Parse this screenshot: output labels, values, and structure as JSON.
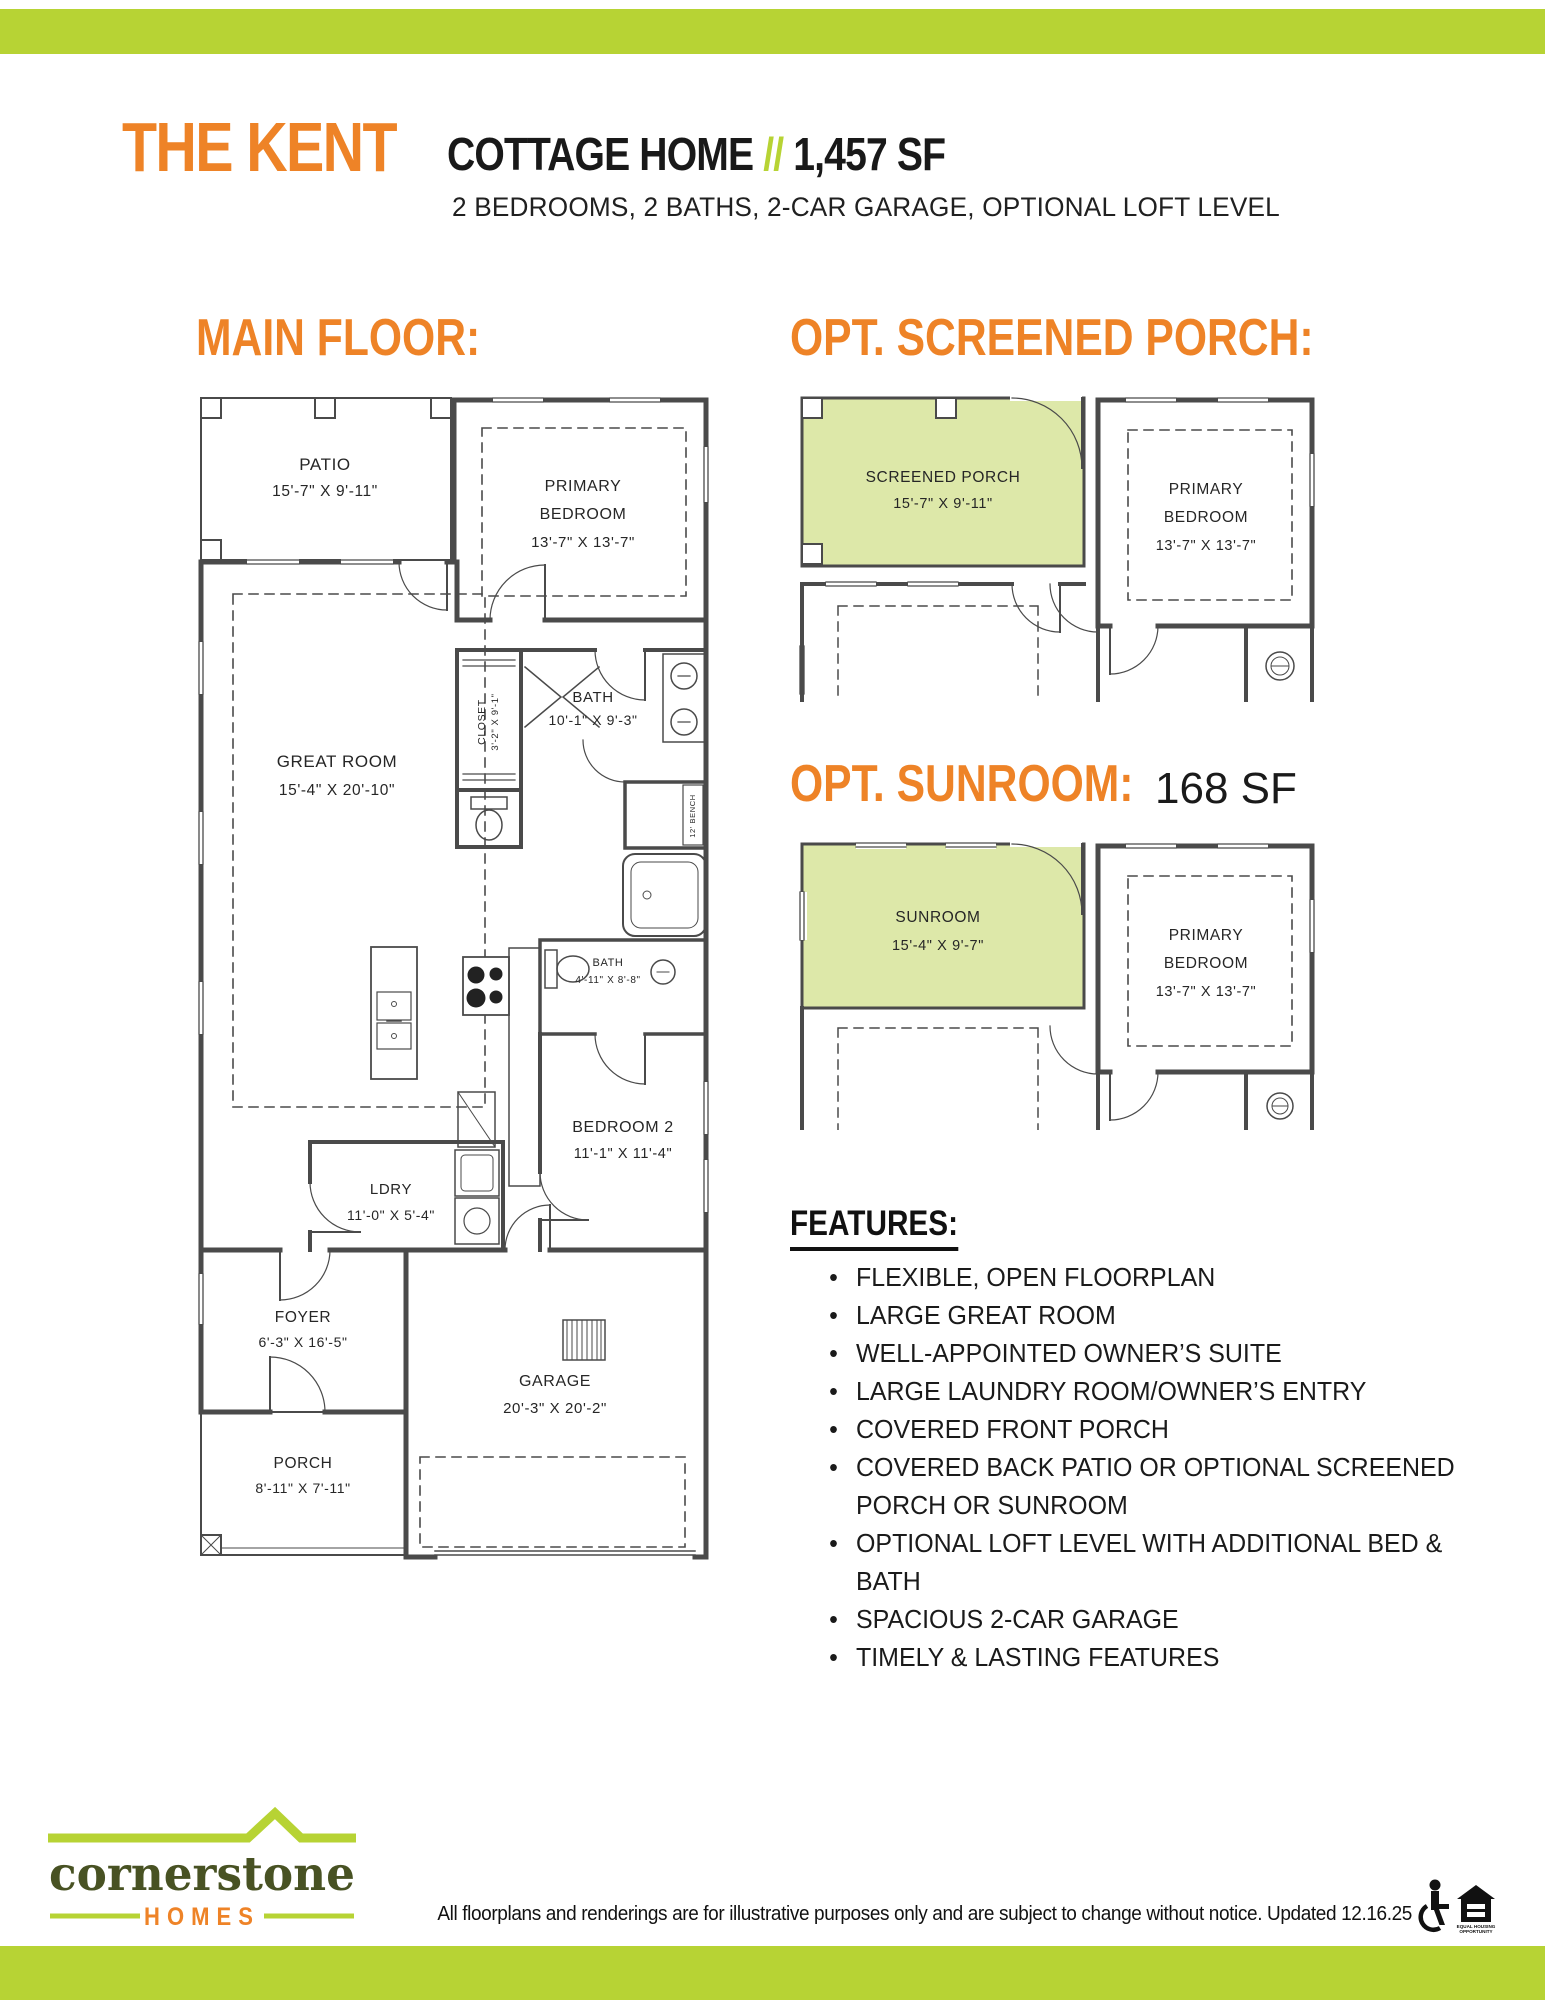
{
  "header": {
    "name": "THE KENT",
    "type": "COTTAGE HOME",
    "separator": "//",
    "sqft": "1,457 SF",
    "subtitle": "2 BEDROOMS, 2 BATHS, 2-CAR GARAGE, OPTIONAL LOFT LEVEL"
  },
  "sections": {
    "main_floor_heading": "MAIN FLOOR:",
    "screened_porch_heading": "OPT. SCREENED PORCH:",
    "sunroom_heading": "OPT. SUNROOM:",
    "sunroom_sqft": "168 SF"
  },
  "rooms": {
    "patio": {
      "name": "PATIO",
      "dims": "15'-7\" X 9'-11\""
    },
    "primary_bedroom": {
      "line1": "PRIMARY",
      "line2": "BEDROOM",
      "dims": "13'-7\" X 13'-7\""
    },
    "great_room": {
      "name": "GREAT ROOM",
      "dims": "15'-4\" X 20'-10\""
    },
    "closet": {
      "name": "CLOSET",
      "dims": "3'-2\" X 9'-1\""
    },
    "bath": {
      "name": "BATH",
      "dims": "10'-1\" X 9'-3\""
    },
    "bench": {
      "name": "12' BENCH"
    },
    "bath2": {
      "name": "BATH",
      "dims": "4'-11\" X 8'-8\""
    },
    "bedroom2": {
      "name": "BEDROOM 2",
      "dims": "11'-1\" X 11'-4\""
    },
    "laundry": {
      "name": "LDRY",
      "dims": "11'-0\" X 5'-4\""
    },
    "foyer": {
      "name": "FOYER",
      "dims": "6'-3\" X 16'-5\""
    },
    "garage": {
      "name": "GARAGE",
      "dims": "20'-3\" X 20'-2\""
    },
    "porch": {
      "name": "PORCH",
      "dims": "8'-11\" X 7'-11\""
    },
    "screened_porch": {
      "name": "SCREENED PORCH",
      "dims": "15'-7\" X 9'-11\""
    },
    "sunroom": {
      "name": "SUNROOM",
      "dims": "15'-4\" X 9'-7\""
    }
  },
  "features": {
    "heading": "FEATURES:",
    "items": [
      "FLEXIBLE, OPEN FLOORPLAN",
      "LARGE GREAT ROOM",
      "WELL-APPOINTED OWNER’S SUITE",
      "LARGE LAUNDRY ROOM/OWNER’S ENTRY",
      "COVERED FRONT PORCH",
      "COVERED BACK PATIO OR OPTIONAL SCREENED PORCH OR SUNROOM",
      "OPTIONAL LOFT LEVEL WITH ADDITIONAL BED & BATH",
      "SPACIOUS 2-CAR GARAGE",
      "TIMELY & LASTING FEATURES"
    ]
  },
  "footer": {
    "logo_primary": "cornerstone",
    "logo_secondary": "HOMES",
    "disclaimer": "All floorplans and renderings are for illustrative purposes only and are subject to change without notice. Updated 12.16.25",
    "equal_housing_line1": "EQUAL HOUSING",
    "equal_housing_line2": "OPPORTUNITY"
  },
  "colors": {
    "lime": "#b7d334",
    "orange": "#ee8327",
    "room_fill": "#dde8a9",
    "logo_green": "#485223",
    "text": "#1c1c1c"
  }
}
